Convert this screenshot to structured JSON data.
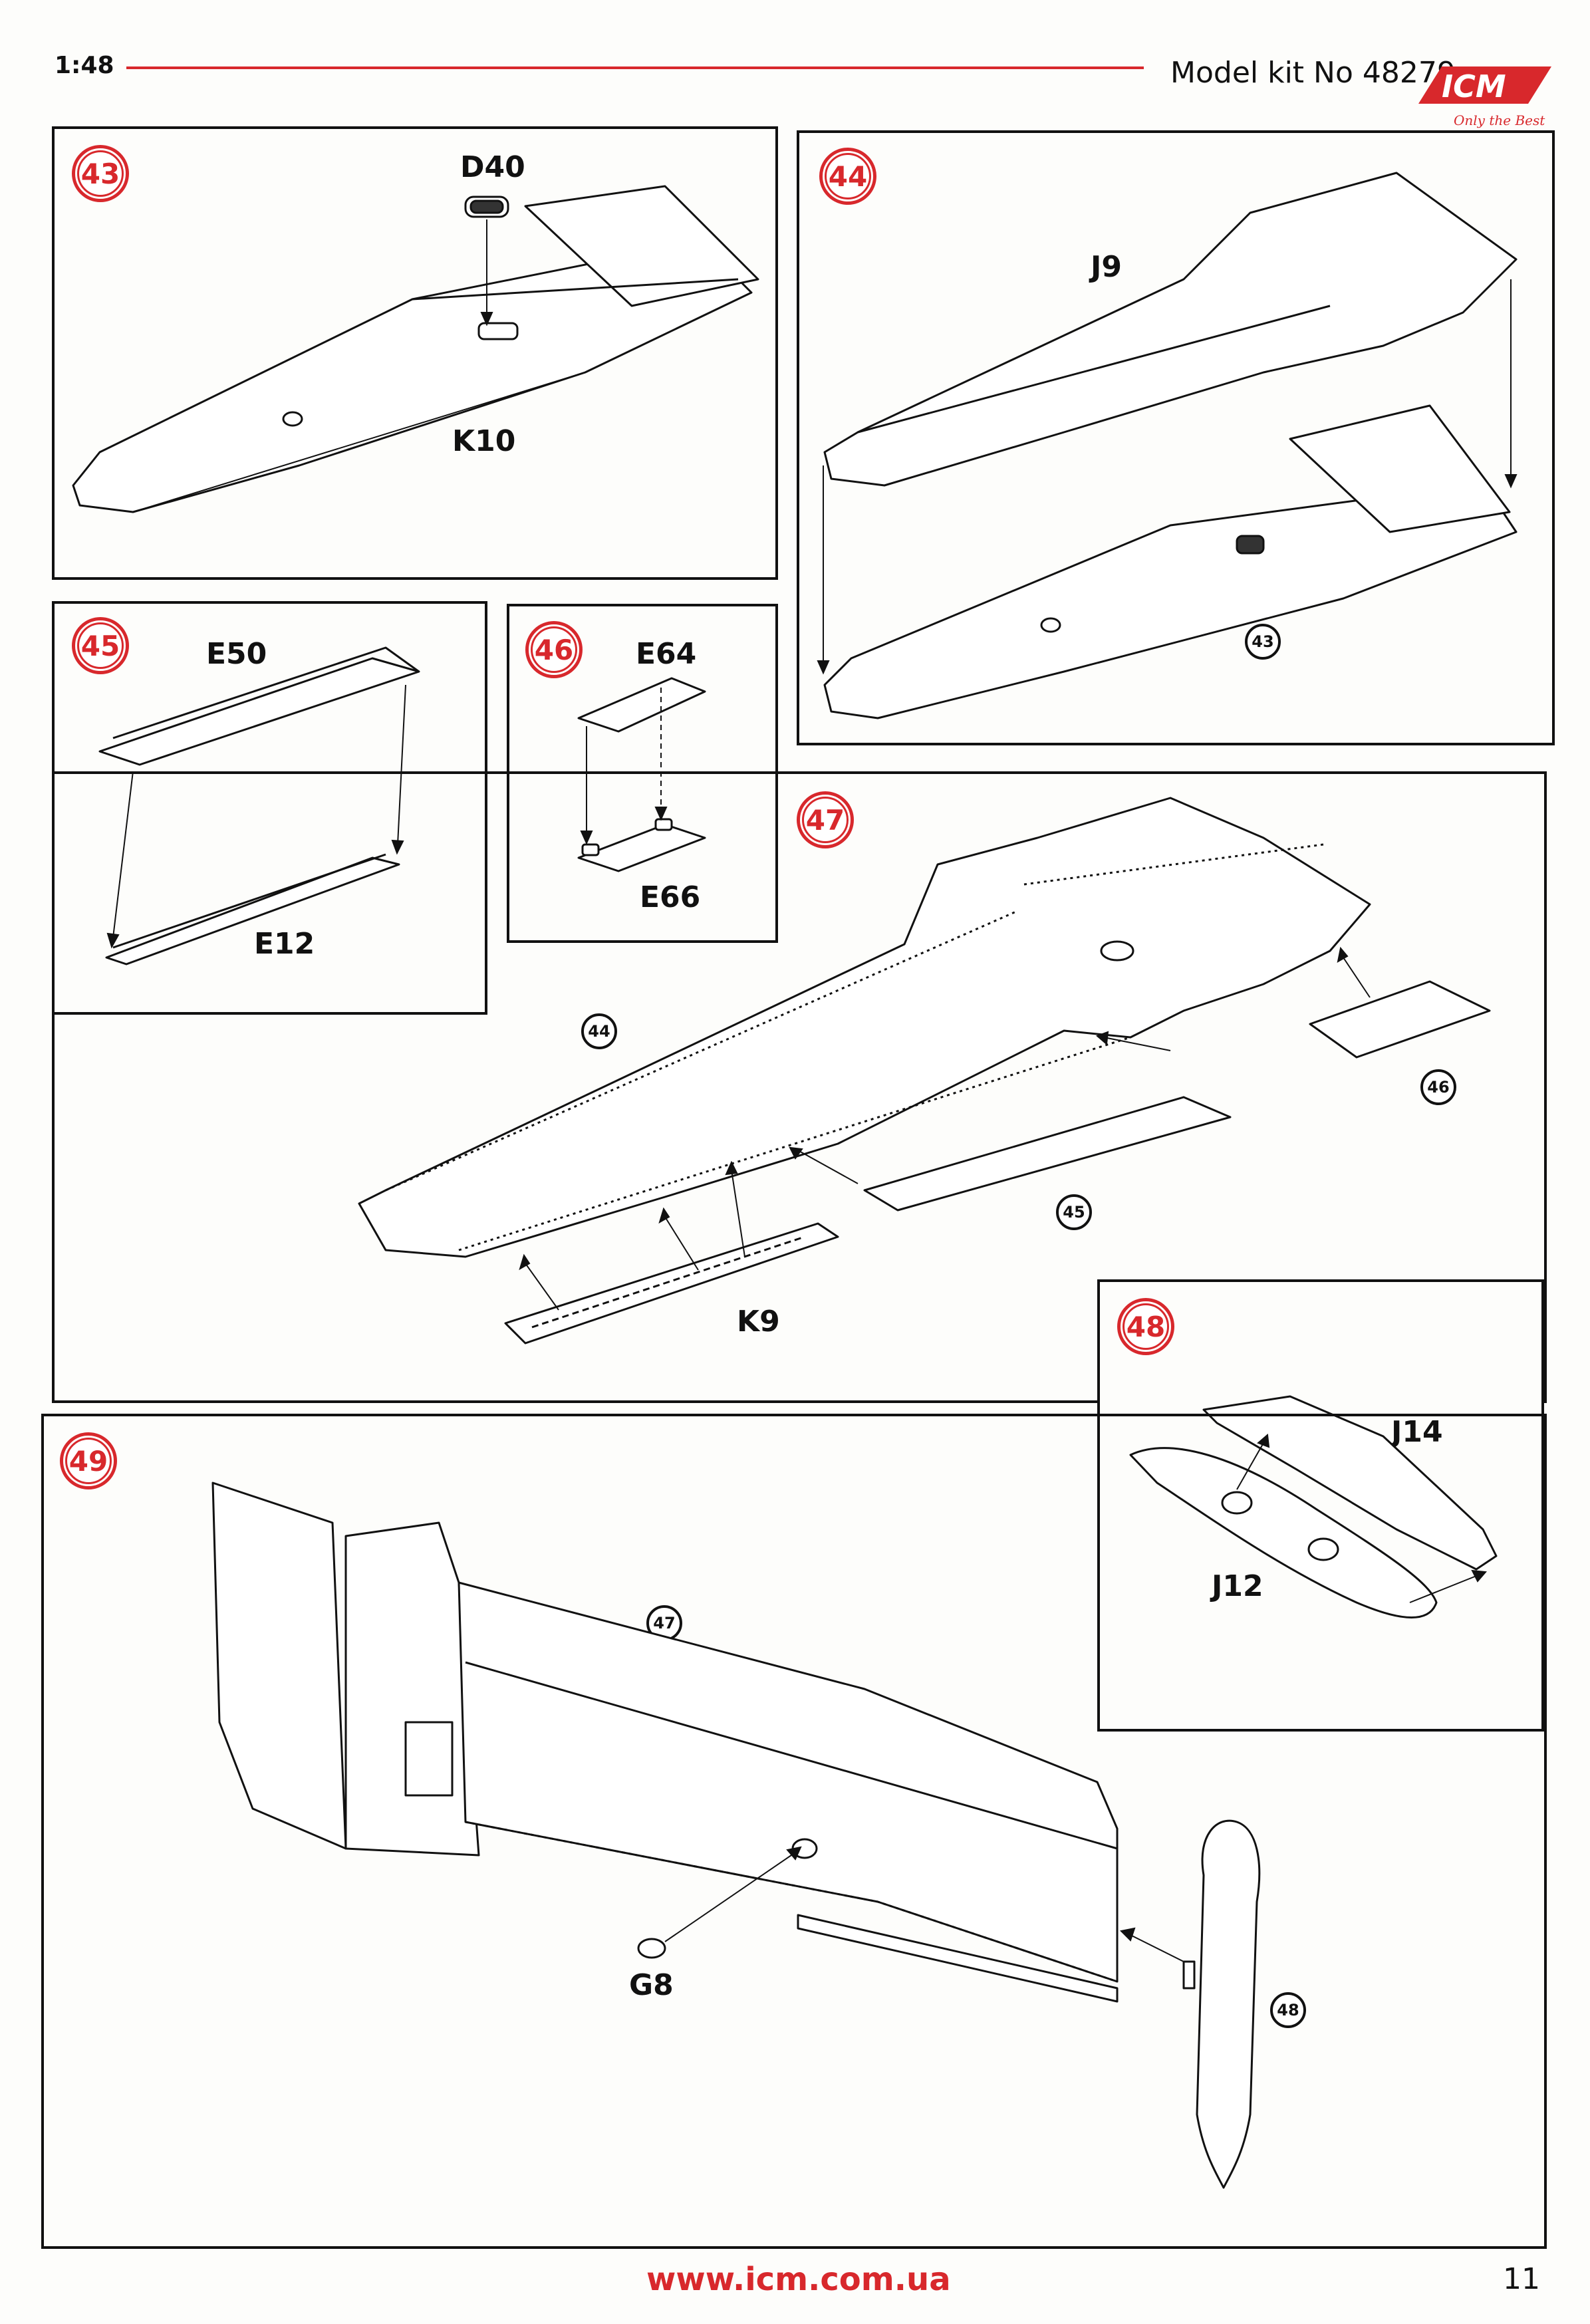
{
  "header": {
    "scale": "1:48",
    "model_kit": "Model kit No 48279",
    "brand": "ICM",
    "brand_tagline": "Only the Best"
  },
  "steps": {
    "s43": {
      "number": "43",
      "parts": [
        "D40",
        "K10"
      ]
    },
    "s44": {
      "number": "44",
      "parts": [
        "J9"
      ],
      "refs": [
        "43"
      ]
    },
    "s45": {
      "number": "45",
      "parts": [
        "E50",
        "E12"
      ]
    },
    "s46": {
      "number": "46",
      "parts": [
        "E64",
        "E66"
      ]
    },
    "s47": {
      "number": "47",
      "parts": [
        "K9"
      ],
      "refs": [
        "44",
        "45",
        "46"
      ]
    },
    "s48": {
      "number": "48",
      "parts": [
        "J14",
        "J12"
      ]
    },
    "s49": {
      "number": "49",
      "parts": [
        "G8"
      ],
      "refs": [
        "47",
        "48"
      ]
    }
  },
  "footer": {
    "url": "www.icm.com.ua",
    "page": "11"
  },
  "colors": {
    "accent": "#d8282c",
    "ink": "#111111"
  }
}
